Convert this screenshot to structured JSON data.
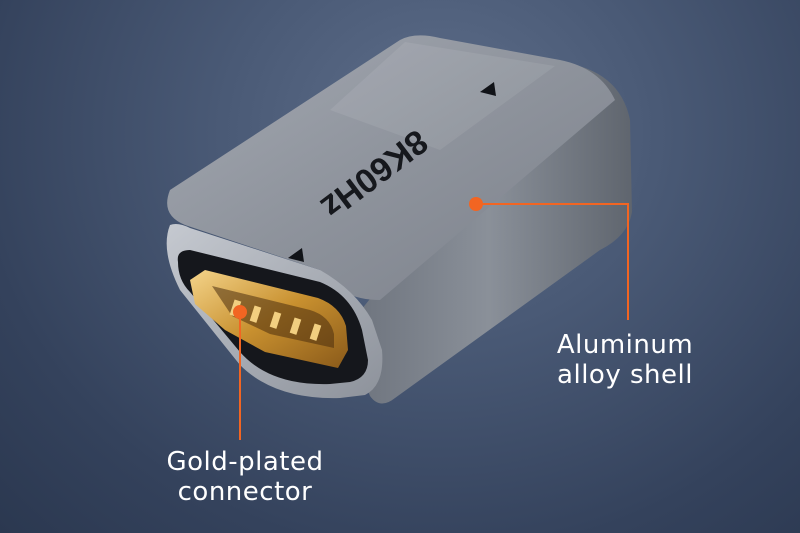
{
  "product": {
    "engraving": "8K60Hz"
  },
  "callouts": {
    "shell": {
      "line1": "Aluminum",
      "line2": "alloy shell"
    },
    "connector": {
      "line1": "Gold-plated",
      "line2": "connector"
    }
  },
  "colors": {
    "accent": "#f26522",
    "background": "#3f4e69",
    "shell": "#8c929c",
    "gold": "#d9a441"
  }
}
